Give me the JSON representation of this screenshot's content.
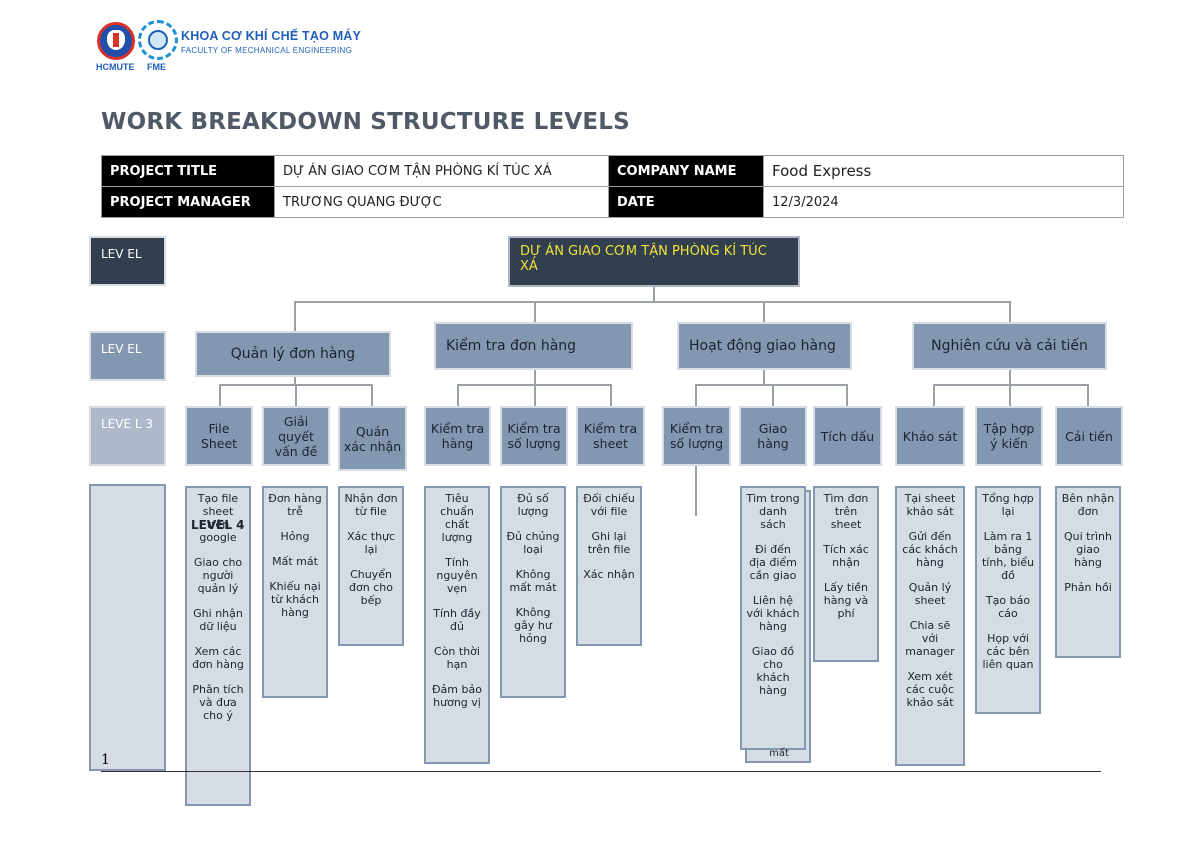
{
  "brand": {
    "faculty_vi": "KHOA CƠ KHÍ CHẾ TẠO MÁY",
    "faculty_en": "FACULTY OF MECHANICAL ENGINEERING",
    "logo_left": "HCMUTE",
    "logo_right": "FME"
  },
  "title": "WORK BREAKDOWN STRUCTURE LEVELS",
  "info": {
    "project_title_label": "PROJECT TITLE",
    "project_title": "DỰ ÁN GIAO CƠM TẬN PHÒNG KÍ TÚC XÁ",
    "company_label": "COMPANY NAME",
    "company": "Food Express",
    "manager_label": "PROJECT MANAGER",
    "manager": "TRƯƠNG QUANG ĐƯỢC",
    "date_label": "DATE",
    "date": "12/3/2024"
  },
  "levels": {
    "l1": "LEV EL",
    "l2": "LEV EL",
    "l3": "LEVE L 3",
    "l4": "LEVEL 4"
  },
  "root": "DỰ ÁN GIAO CƠM TẬN PHÒNG KÍ TÚC XÁ",
  "level2": [
    "Quản lý đơn hàng",
    "Kiểm tra đơn hàng",
    "Hoạt động giao hàng",
    "Nghiên cứu và cải tiến"
  ],
  "level3": [
    "File Sheet",
    "Giải quyết vấn đề",
    "Quán xác nhận",
    "Kiểm tra hàng",
    "Kiểm tra số lượng",
    "Kiểm tra sheet",
    "Kiểm tra số lượng",
    "Giao hàng",
    "Tích dấu",
    "Khảo sát",
    "Tập hợp ý kiến",
    "Cải tiến"
  ],
  "level4": [
    [
      "Tạo file sheet trên google",
      "Giao cho người quản lý",
      "Ghi nhận dữ liệu",
      "Xem các đơn hàng",
      "Phân tích và đưa cho ý"
    ],
    [
      "Đơn hàng trễ",
      "Hỏng",
      "Mất mát",
      "Khiếu nại từ khách hàng"
    ],
    [
      "Nhận đơn từ file",
      "Xác thực lại",
      "Chuyển đơn cho bếp"
    ],
    [
      "Tiêu chuẩn chất lượng",
      "Tính nguyên vẹn",
      "Tính đầy đủ",
      "Còn thời hạn",
      "Đảm bảo hương vị"
    ],
    [
      "Đủ số lượng",
      "Đủ chủng loại",
      "Không mất mát",
      "Không gây hư hỏng"
    ],
    [
      "Đối chiếu với file",
      "Ghi lại trên file",
      "Xác nhận"
    ],
    [
      "Tìm trong danh sách",
      "Đi đến địa điểm cần giao",
      "Liên hệ với khách hàng",
      "Giao đồ cho khách hàng",
      "mất"
    ],
    [
      "Tìm đơn trên sheet",
      "Tích xác nhận",
      "Lấy tiền hàng và phí"
    ],
    [
      "Tại sheet khảo sát",
      "Gửi đến các khách hàng",
      "Quản lý sheet",
      "Chia sẽ với manager",
      "Xem xét các cuộc khảo sát"
    ],
    [
      "Tổng hợp lại",
      "Làm ra 1 bảng tính, biểu đồ",
      "Tạo báo cáo",
      "Họp với các bên liên quan"
    ],
    [
      "Bên nhận đơn",
      "Qui trình giao hàng",
      "Phản hồi"
    ]
  ],
  "page_number": "1",
  "colors": {
    "root": "#323f4f",
    "box": "#8497b0",
    "list": "#d6dce4",
    "root_text": "#f0e13a"
  }
}
